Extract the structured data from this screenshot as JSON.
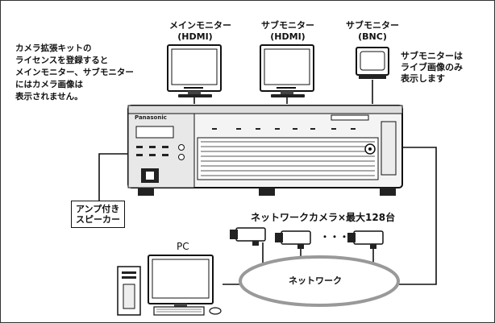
{
  "labels": {
    "main_monitor_line1": "メインモニター",
    "main_monitor_line2": "(HDMI)",
    "sub_monitor_hdmi_line1": "サブモニター",
    "sub_monitor_hdmi_line2": "(HDMI)",
    "sub_monitor_bnc_line1": "サブモニター",
    "sub_monitor_bnc_line2": "(BNC)",
    "sub_note_line1": "サブモニターは",
    "sub_note_line2": "ライブ画像のみ",
    "sub_note_line3": "表示します",
    "license_note_line1": "カメラ拡張キットの",
    "license_note_line2": "ライセンスを登録すると",
    "license_note_line3": "メインモニター、サブモニター",
    "license_note_line4": "にはカメラ画像は",
    "license_note_line5": "表示されません。",
    "speaker_line1": "アンプ付き",
    "speaker_line2": "スピーカー",
    "cameras": "ネットワークカメラ×最大128台",
    "network": "ネットワーク",
    "pc": "PC",
    "dots": "・・・",
    "brand": "Panasonic"
  }
}
